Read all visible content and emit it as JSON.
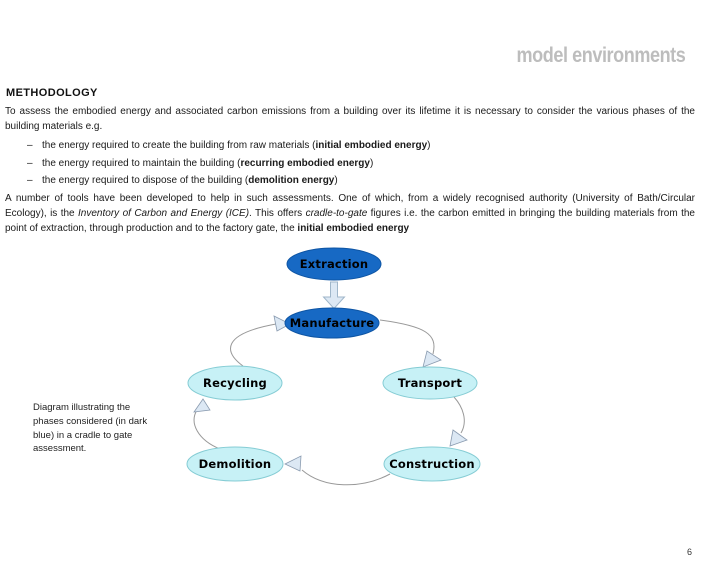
{
  "header": {
    "brand": "model environments",
    "page_number": "6"
  },
  "content": {
    "heading": "METHODOLOGY",
    "paragraph1": "To assess the embodied energy and associated carbon emissions from a building over its lifetime it is necessary to consider the various phases of the building materials e.g.",
    "bullets": [
      {
        "dash": "–",
        "pre": "the energy required to create the building from raw materials (",
        "bold": "initial embodied energy",
        "post": ")"
      },
      {
        "dash": "–",
        "pre": "the energy required to maintain the building (",
        "bold": "recurring embodied energy",
        "post": ")"
      },
      {
        "dash": "–",
        "pre": "the energy required to dispose of the building (",
        "bold": "demolition energy",
        "post": ")"
      }
    ],
    "paragraph2": {
      "seg1": "A number of tools have been developed to help in such assessments. One of which, from a widely recognised authority (University of Bath/Circular Ecology), is the ",
      "italic1": "Inventory of Carbon and Energy (ICE)",
      "seg2": ". This offers ",
      "italic2": "cradle-to-gate",
      "seg3": " figures i.e. the carbon emitted in bringing the building materials from the point of extraction, through production and to the factory gate, the ",
      "bold1": "initial embodied energy"
    },
    "caption": "Diagram illustrating the phases considered (in dark blue) in a cradle to gate assessment."
  },
  "diagram": {
    "nodes": [
      {
        "id": "extraction",
        "label": "Extraction",
        "type": "dark"
      },
      {
        "id": "manufacture",
        "label": "Manufacture",
        "type": "dark"
      },
      {
        "id": "recycling",
        "label": "Recycling",
        "type": "light"
      },
      {
        "id": "transport",
        "label": "Transport",
        "type": "light"
      },
      {
        "id": "demolition",
        "label": "Demolition",
        "type": "light"
      },
      {
        "id": "construction",
        "label": "Construction",
        "type": "light"
      }
    ],
    "edges": [
      "extraction→manufacture",
      "manufacture→transport",
      "transport→construction",
      "construction→demolition",
      "demolition→recycling",
      "recycling→manufacture"
    ],
    "colors": {
      "dark_node": "#1769c4",
      "light_node": "#c7f1f6",
      "arrow_fill": "#dce8f4",
      "arc_stroke": "#999999"
    }
  }
}
